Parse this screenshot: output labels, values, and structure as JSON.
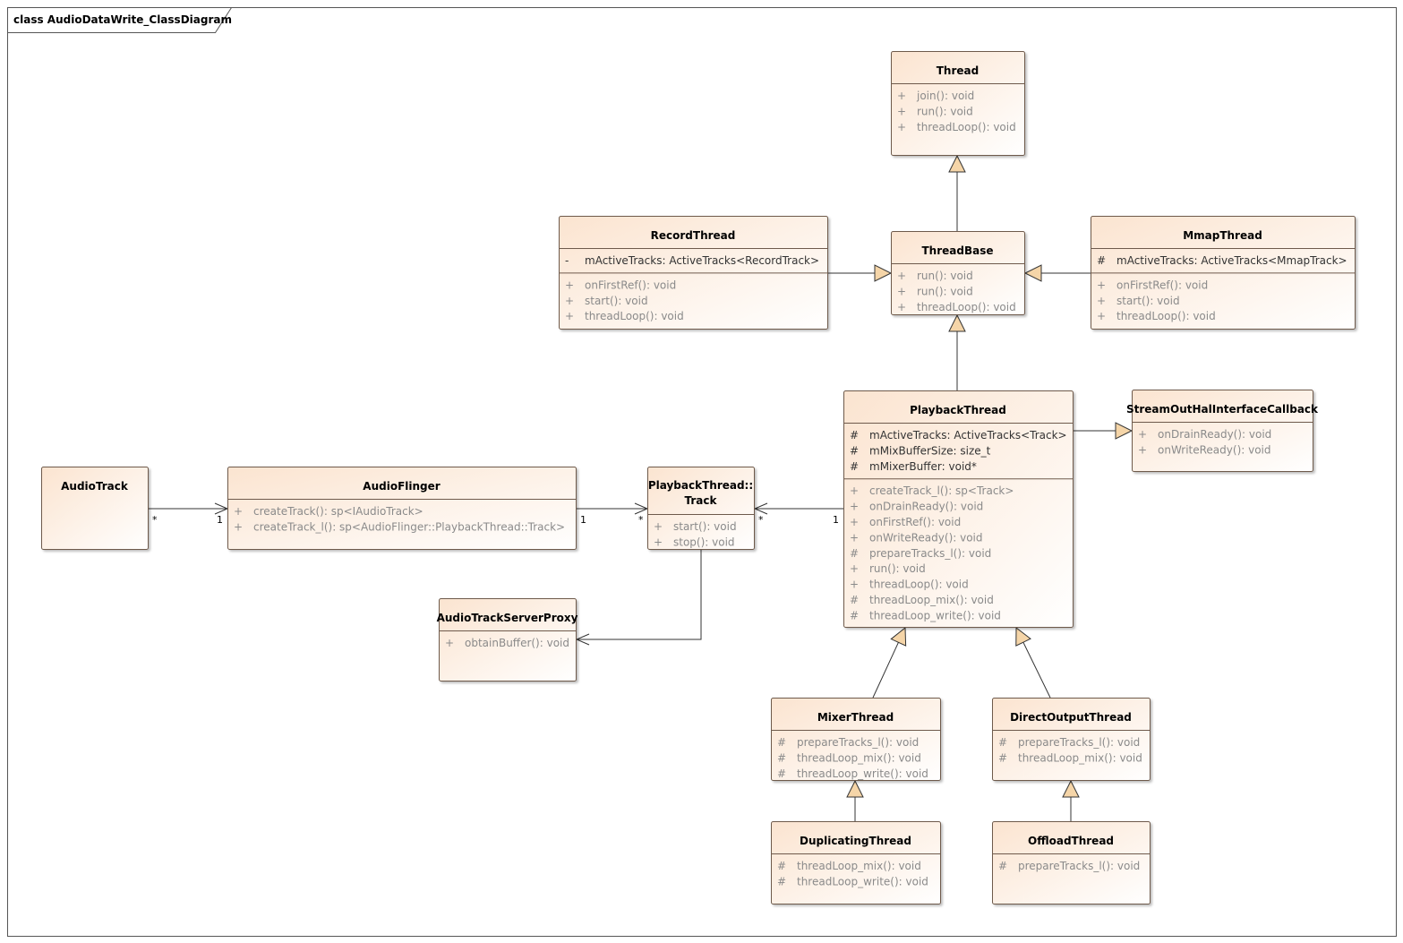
{
  "frame": {
    "title": "class AudioDataWrite_ClassDiagram"
  },
  "colors": {
    "box_fill_start": "#fbe4d0",
    "box_fill_end": "#ffffff",
    "box_stroke": "#6e5a4c",
    "generalization_fill": "#f5d5a8",
    "attribute_text": "#333333",
    "operation_text": "#8a8a8a"
  },
  "classes": [
    {
      "id": "Thread",
      "name_lines": [
        "Thread"
      ],
      "attributes": [],
      "operations": [
        [
          "+",
          "join(): void"
        ],
        [
          "+",
          "run(): void"
        ],
        [
          "+",
          "threadLoop(): void"
        ]
      ]
    },
    {
      "id": "ThreadBase",
      "name_lines": [
        "ThreadBase"
      ],
      "attributes": [],
      "operations": [
        [
          "+",
          "run(): void"
        ],
        [
          "+",
          "run(): void"
        ],
        [
          "+",
          "threadLoop(): void"
        ]
      ]
    },
    {
      "id": "RecordThread",
      "name_lines": [
        "RecordThread"
      ],
      "attributes": [
        [
          "-",
          "mActiveTracks: ActiveTracks<RecordTrack>"
        ]
      ],
      "operations": [
        [
          "+",
          "onFirstRef(): void"
        ],
        [
          "+",
          "start(): void"
        ],
        [
          "+",
          "threadLoop(): void"
        ]
      ]
    },
    {
      "id": "MmapThread",
      "name_lines": [
        "MmapThread"
      ],
      "attributes": [
        [
          "#",
          "mActiveTracks: ActiveTracks<MmapTrack>"
        ]
      ],
      "operations": [
        [
          "+",
          "onFirstRef(): void"
        ],
        [
          "+",
          "start(): void"
        ],
        [
          "+",
          "threadLoop(): void"
        ]
      ]
    },
    {
      "id": "PlaybackThread",
      "name_lines": [
        "PlaybackThread"
      ],
      "attributes": [
        [
          "#",
          "mActiveTracks: ActiveTracks<Track>"
        ],
        [
          "#",
          "mMixBufferSize: size_t"
        ],
        [
          "#",
          "mMixerBuffer: void*"
        ]
      ],
      "operations": [
        [
          "+",
          "createTrack_l(): sp<Track>"
        ],
        [
          "+",
          "onDrainReady(): void"
        ],
        [
          "+",
          "onFirstRef(): void"
        ],
        [
          "+",
          "onWriteReady(): void"
        ],
        [
          "#",
          "prepareTracks_l(): void"
        ],
        [
          "+",
          "run(): void"
        ],
        [
          "+",
          "threadLoop(): void"
        ],
        [
          "#",
          "threadLoop_mix(): void"
        ],
        [
          "#",
          "threadLoop_write(): void"
        ]
      ]
    },
    {
      "id": "StreamOutHalInterfaceCallback",
      "name_lines": [
        "StreamOutHalInterfaceCallback"
      ],
      "attributes": [],
      "operations": [
        [
          "+",
          "onDrainReady(): void"
        ],
        [
          "+",
          "onWriteReady(): void"
        ]
      ]
    },
    {
      "id": "AudioTrack",
      "name_lines": [
        "AudioTrack"
      ],
      "attributes": [],
      "operations": []
    },
    {
      "id": "AudioFlinger",
      "name_lines": [
        "AudioFlinger"
      ],
      "attributes": [],
      "operations": [
        [
          "+",
          "createTrack(): sp<IAudioTrack>"
        ],
        [
          "+",
          "createTrack_l(): sp<AudioFlinger::PlaybackThread::Track>"
        ]
      ]
    },
    {
      "id": "Track",
      "name_lines": [
        "PlaybackThread::",
        "Track"
      ],
      "attributes": [],
      "operations": [
        [
          "+",
          "start(): void"
        ],
        [
          "+",
          "stop(): void"
        ]
      ]
    },
    {
      "id": "AudioTrackServerProxy",
      "name_lines": [
        "AudioTrackServerProxy"
      ],
      "attributes": [],
      "operations": [
        [
          "+",
          "obtainBuffer(): void"
        ]
      ]
    },
    {
      "id": "MixerThread",
      "name_lines": [
        "MixerThread"
      ],
      "attributes": [],
      "operations": [
        [
          "#",
          "prepareTracks_l(): void"
        ],
        [
          "#",
          "threadLoop_mix(): void"
        ],
        [
          "#",
          "threadLoop_write(): void"
        ]
      ]
    },
    {
      "id": "DirectOutputThread",
      "name_lines": [
        "DirectOutputThread"
      ],
      "attributes": [],
      "operations": [
        [
          "#",
          "prepareTracks_l(): void"
        ],
        [
          "#",
          "threadLoop_mix(): void"
        ]
      ]
    },
    {
      "id": "DuplicatingThread",
      "name_lines": [
        "DuplicatingThread"
      ],
      "attributes": [],
      "operations": [
        [
          "#",
          "threadLoop_mix(): void"
        ],
        [
          "#",
          "threadLoop_write(): void"
        ]
      ]
    },
    {
      "id": "OffloadThread",
      "name_lines": [
        "OffloadThread"
      ],
      "attributes": [],
      "operations": [
        [
          "#",
          "prepareTracks_l(): void"
        ]
      ]
    }
  ],
  "relations": [
    {
      "type": "generalization",
      "from": "ThreadBase",
      "to": "Thread"
    },
    {
      "type": "generalization",
      "from": "RecordThread",
      "to": "ThreadBase"
    },
    {
      "type": "generalization",
      "from": "MmapThread",
      "to": "ThreadBase"
    },
    {
      "type": "generalization",
      "from": "PlaybackThread",
      "to": "ThreadBase"
    },
    {
      "type": "generalization",
      "from": "PlaybackThread",
      "to": "StreamOutHalInterfaceCallback"
    },
    {
      "type": "generalization",
      "from": "MixerThread",
      "to": "PlaybackThread"
    },
    {
      "type": "generalization",
      "from": "DirectOutputThread",
      "to": "PlaybackThread"
    },
    {
      "type": "generalization",
      "from": "DuplicatingThread",
      "to": "MixerThread"
    },
    {
      "type": "generalization",
      "from": "OffloadThread",
      "to": "DirectOutputThread"
    },
    {
      "type": "association",
      "from": "AudioTrack",
      "to": "AudioFlinger",
      "source_mult": "*",
      "target_mult": "1"
    },
    {
      "type": "association",
      "from": "AudioFlinger",
      "to": "Track",
      "source_mult": "1",
      "target_mult": "*"
    },
    {
      "type": "association",
      "from": "PlaybackThread",
      "to": "Track",
      "source_mult": "1",
      "target_mult": "*"
    },
    {
      "type": "association",
      "from": "Track",
      "to": "AudioTrackServerProxy",
      "source_mult": "",
      "target_mult": ""
    }
  ]
}
